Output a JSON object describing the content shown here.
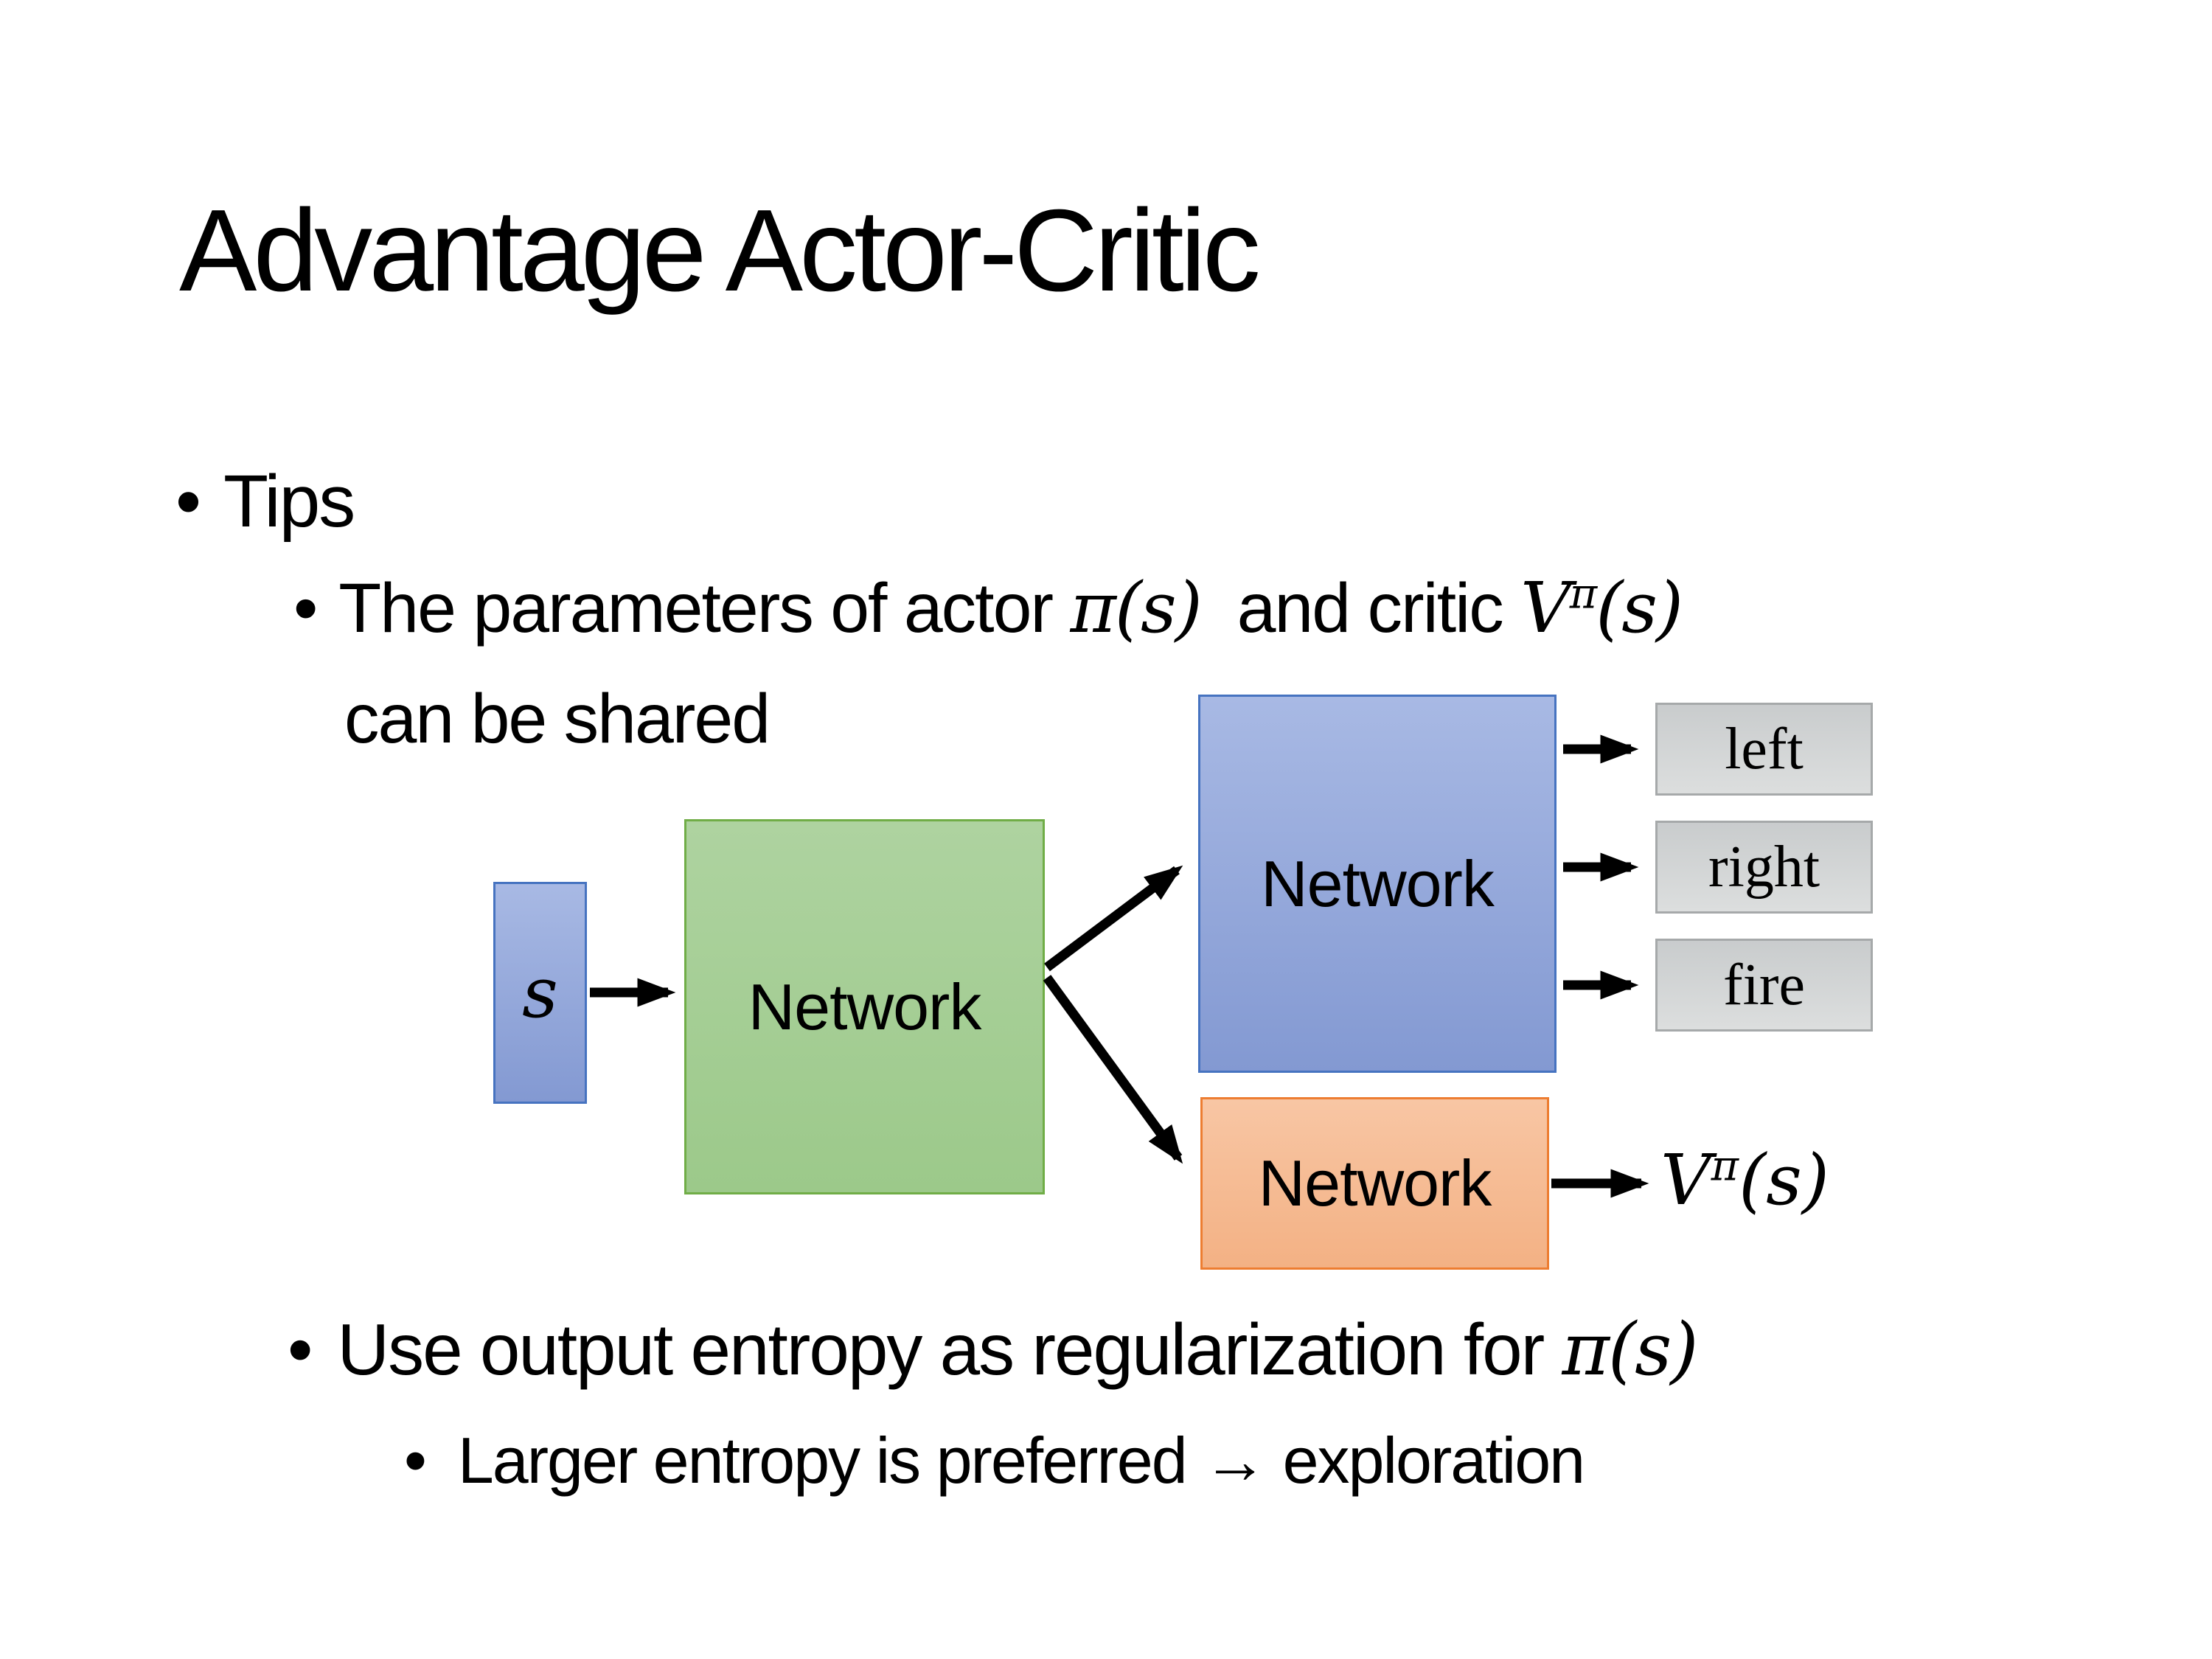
{
  "slide": {
    "title": "Advantage Actor-Critic",
    "bullet_glyph": "•",
    "tips": "Tips",
    "param": {
      "pre": "The parameters of actor ",
      "actor_math": "π(s)",
      "mid": "  and critic ",
      "critic_V": "V",
      "critic_sup": "π",
      "critic_arg": "(s)",
      "line2": "can be shared"
    },
    "entropy": {
      "pre": "Use output entropy as regularization for ",
      "math": "π(s)"
    },
    "larger": "Larger entropy is preferred → exploration"
  },
  "diagram": {
    "state_label": "s",
    "shared_network_label": "Network",
    "actor_network_label": "Network",
    "critic_network_label": "Network",
    "actions": [
      "left",
      "right",
      "fire"
    ],
    "critic_output": {
      "V": "V",
      "sup": "π",
      "arg": "(s)"
    },
    "colors": {
      "blue_border": "#4673c0",
      "blue_fill_top": "#a8b9e4",
      "blue_fill_bottom": "#8399d2",
      "green_border": "#70ad47",
      "green_fill_top": "#aed3a0",
      "green_fill_bottom": "#9cc98a",
      "orange_border": "#ed7d31",
      "orange_fill_top": "#f8c6a4",
      "orange_fill_bottom": "#f3b184",
      "gray_border": "#a6a9aa",
      "gray_fill_top": "#c9cccd",
      "gray_fill_bottom": "#dcdede",
      "arrow": "#000000",
      "text": "#000000"
    }
  }
}
